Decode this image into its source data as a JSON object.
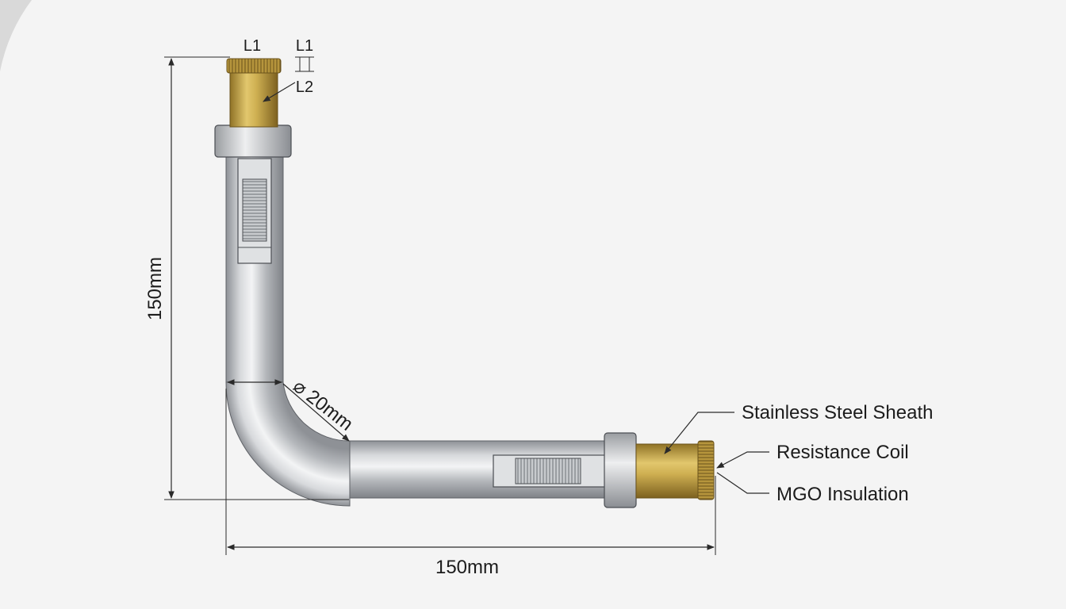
{
  "dimensions": {
    "vertical_length": "150mm",
    "horizontal_length": "150mm",
    "diameter": "⌀ 20mm",
    "top_left_label": "L1",
    "top_right_label_1": "L1",
    "top_right_label_2": "L2"
  },
  "callouts": {
    "sheath": "Stainless Steel Sheath",
    "coil": "Resistance Coil",
    "insulation": "MGO Insulation"
  },
  "colors": {
    "background": "#f4f4f4",
    "steel": "#b9bcc0",
    "brass": "#c9a84a",
    "line": "#2a2a2a"
  }
}
